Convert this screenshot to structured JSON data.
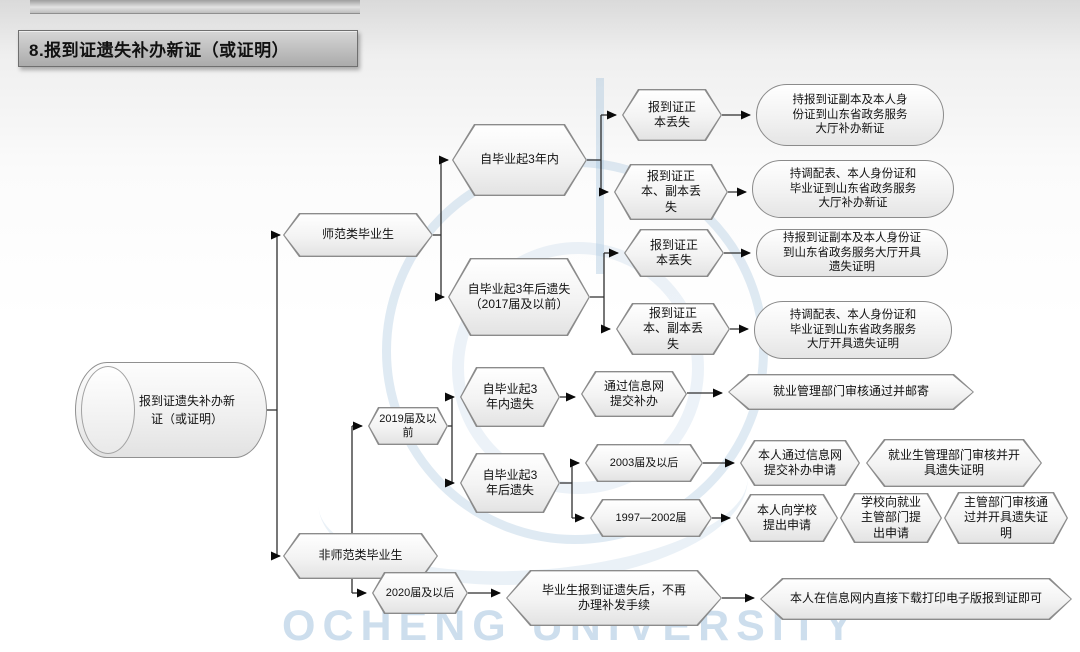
{
  "header": {
    "title": "8.报到证遗失补办新证（或证明）"
  },
  "watermark": {
    "text": "OCHENG UNIVERSITY"
  },
  "colors": {
    "node_border": "#8b8b8b",
    "connector": "#2e2e2e",
    "arrowhead": "#0a0a0a",
    "watermark_blue": "#b9d1e5",
    "header_gray": "#b5b5b5"
  },
  "diagram": {
    "type": "flowchart",
    "nodes": {
      "root": {
        "label": "报到证遗失补办新证（或证明）"
      },
      "normal": {
        "label": "师范类毕业生"
      },
      "non_normal": {
        "label": "非师范类毕业生"
      },
      "within3y": {
        "label": "自毕业起3年内"
      },
      "after3y_2017": {
        "label": "自毕业起3年后遗失（2017届及以前）"
      },
      "orig_lost_a": {
        "label": "报到证正本丢失"
      },
      "both_lost_a": {
        "label": "报到证正本、副本丢失"
      },
      "term_new_copy": {
        "label": "持报到证副本及本人身份证到山东省政务服务大厅补办新证"
      },
      "term_new_table": {
        "label": "持调配表、本人身份证和毕业证到山东省政务服务大厅补办新证"
      },
      "orig_lost_b": {
        "label": "报到证正本丢失"
      },
      "both_lost_b": {
        "label": "报到证正本、副本丢失"
      },
      "term_proof_copy": {
        "label": "持报到证副本及本人身份证到山东省政务服务大厅开具遗失证明"
      },
      "term_proof_table": {
        "label": "持调配表、本人身份证和毕业证到山东省政务服务大厅开具遗失证明"
      },
      "class2019": {
        "label": "2019届及以前"
      },
      "lost_within3y": {
        "label": "自毕业起3年内遗失"
      },
      "lost_after3y": {
        "label": "自毕业起3年后遗失"
      },
      "via_web": {
        "label": "通过信息网提交补办"
      },
      "term_mail": {
        "label": "就业管理部门审核通过并邮寄"
      },
      "class2003": {
        "label": "2003届及以后"
      },
      "submit_online": {
        "label": "本人通过信息网提交补办申请"
      },
      "term_dept_proof": {
        "label": "就业生管理部门审核并开具遗失证明"
      },
      "class1997": {
        "label": "1997—2002届"
      },
      "apply_school": {
        "label": "本人向学校提出申请"
      },
      "school_apply": {
        "label": "学校向就业主管部门提出申请"
      },
      "term_supervisor": {
        "label": "主管部门审核通过并开具遗失证明"
      },
      "class2020": {
        "label": "2020届及以后"
      },
      "no_reissue": {
        "label": "毕业生报到证遗失后，不再办理补发手续"
      },
      "term_download": {
        "label": "本人在信息网内直接下载打印电子版报到证即可"
      }
    }
  }
}
